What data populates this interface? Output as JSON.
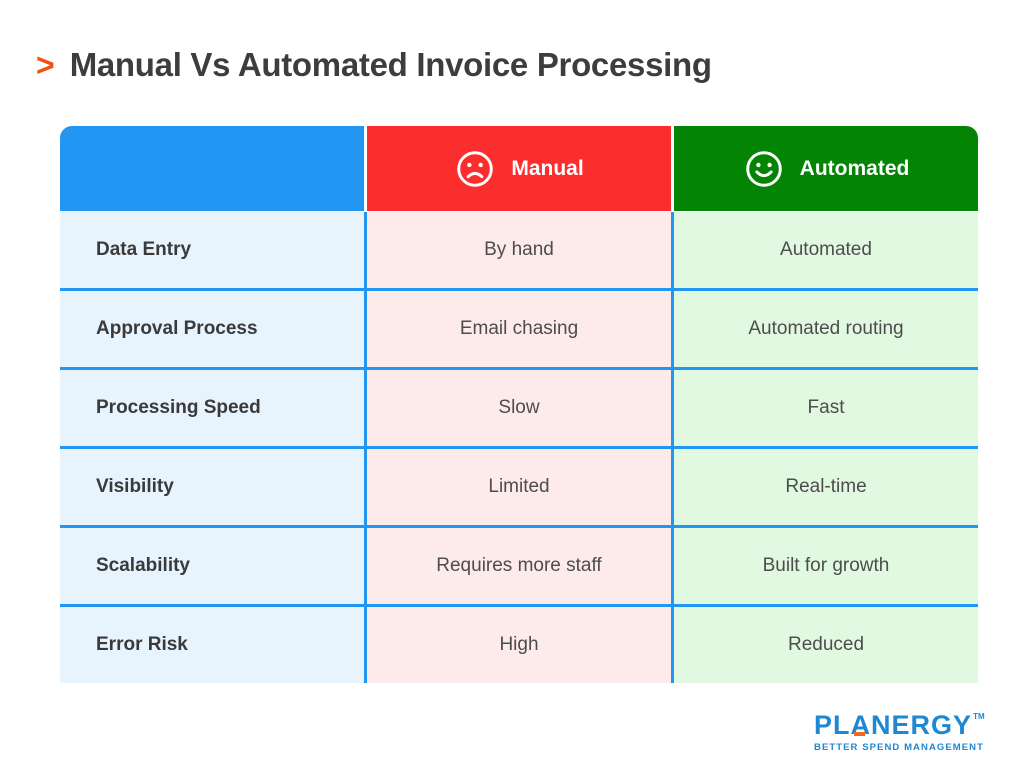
{
  "header": {
    "arrow": ">",
    "title": "Manual Vs Automated Invoice Processing"
  },
  "chart_data": {
    "type": "table",
    "title": "Manual Vs Automated Invoice Processing",
    "columns": [
      "",
      "Manual",
      "Automated"
    ],
    "rows": [
      [
        "Data Entry",
        "By hand",
        "Automated"
      ],
      [
        "Approval Process",
        "Email chasing",
        "Automated routing"
      ],
      [
        "Processing Speed",
        "Slow",
        "Fast"
      ],
      [
        "Visibility",
        "Limited",
        "Real-time"
      ],
      [
        "Scalability",
        "Requires more staff",
        "Built for growth"
      ],
      [
        "Error Risk",
        "High",
        "Reduced"
      ]
    ],
    "layout": {
      "header_icons": [
        "sad-face-icon",
        "happy-face-icon"
      ],
      "grid": "on",
      "column_header_colors": [
        "#2196f3",
        "#fb2d2d",
        "#048404"
      ],
      "column_body_colors": [
        "#e7f3fd",
        "#fdeaea",
        "#e1f8e1"
      ],
      "border_color": "#2196f3"
    }
  },
  "icons": {
    "manual": "sad-face-icon",
    "automated": "happy-face-icon"
  },
  "colors": {
    "header_blue": "#2196f3",
    "header_red": "#fb2d2d",
    "header_green": "#048404",
    "row_blue": "#e7f3fd",
    "row_pink": "#fdeaea",
    "row_green": "#e1f8e1",
    "border_blue": "#2196f3",
    "title_color": "#3d3d3d",
    "arrow_orange": "#f94d10",
    "logo_blue": "#1e88d2"
  },
  "logo": {
    "part1": "PL",
    "part2": "A",
    "part3": "NERGY",
    "tm": "TM",
    "tagline": "BETTER SPEND MANAGEMENT"
  }
}
